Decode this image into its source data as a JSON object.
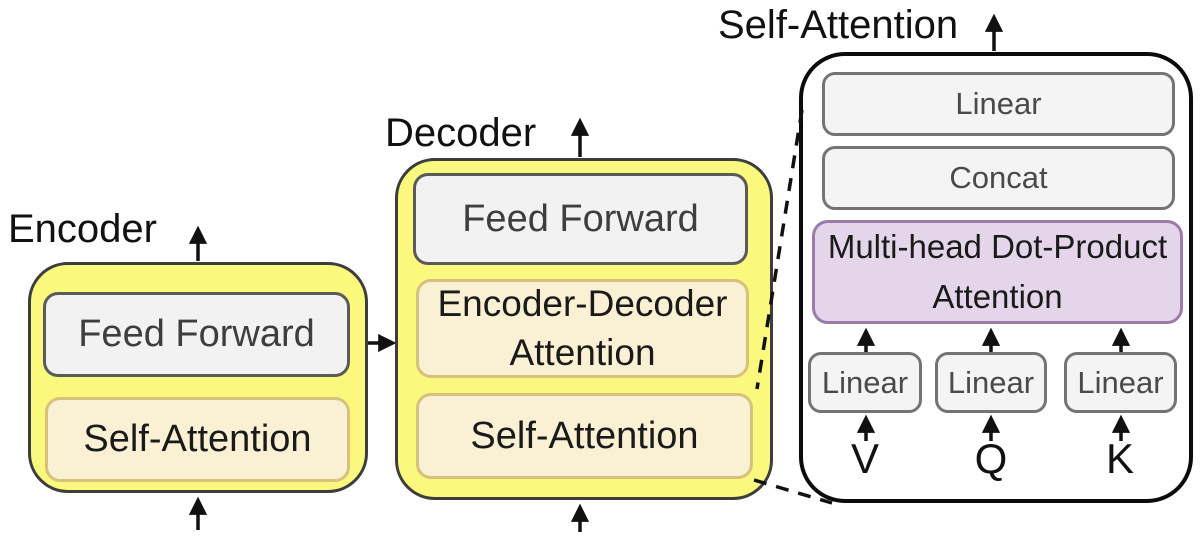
{
  "palette": {
    "yellow-fill": "#FBF87E",
    "outline-dark": "#3D3D3D",
    "gray-fill": "#F2F2F2",
    "gray-border": "#5A5A5A",
    "cream-fill": "#FAF0D3",
    "cream-border": "#D6C27C",
    "purple-fill": "#E5D5EA",
    "purple-border": "#9B7CA8",
    "detail-gray-border": "#747474",
    "arrow-color": "#111111",
    "text-dark": "#1A1A1A",
    "text-gray": "#3E3E3E",
    "linear-text": "#4A4A4A"
  },
  "encoder": {
    "label": "Encoder",
    "feed_forward": "Feed Forward",
    "self_attention": "Self-Attention"
  },
  "decoder": {
    "label": "Decoder",
    "feed_forward": "Feed Forward",
    "encoder_decoder_attention": "Encoder-Decoder Attention",
    "self_attention": "Self-Attention"
  },
  "self_attention_detail": {
    "label": "Self-Attention",
    "linear_out": "Linear",
    "concat": "Concat",
    "multihead_attention": "Multi-head Dot-Product Attention",
    "linear_v": "Linear",
    "linear_q": "Linear",
    "linear_k": "Linear",
    "input_v": "V",
    "input_q": "Q",
    "input_k": "K"
  }
}
